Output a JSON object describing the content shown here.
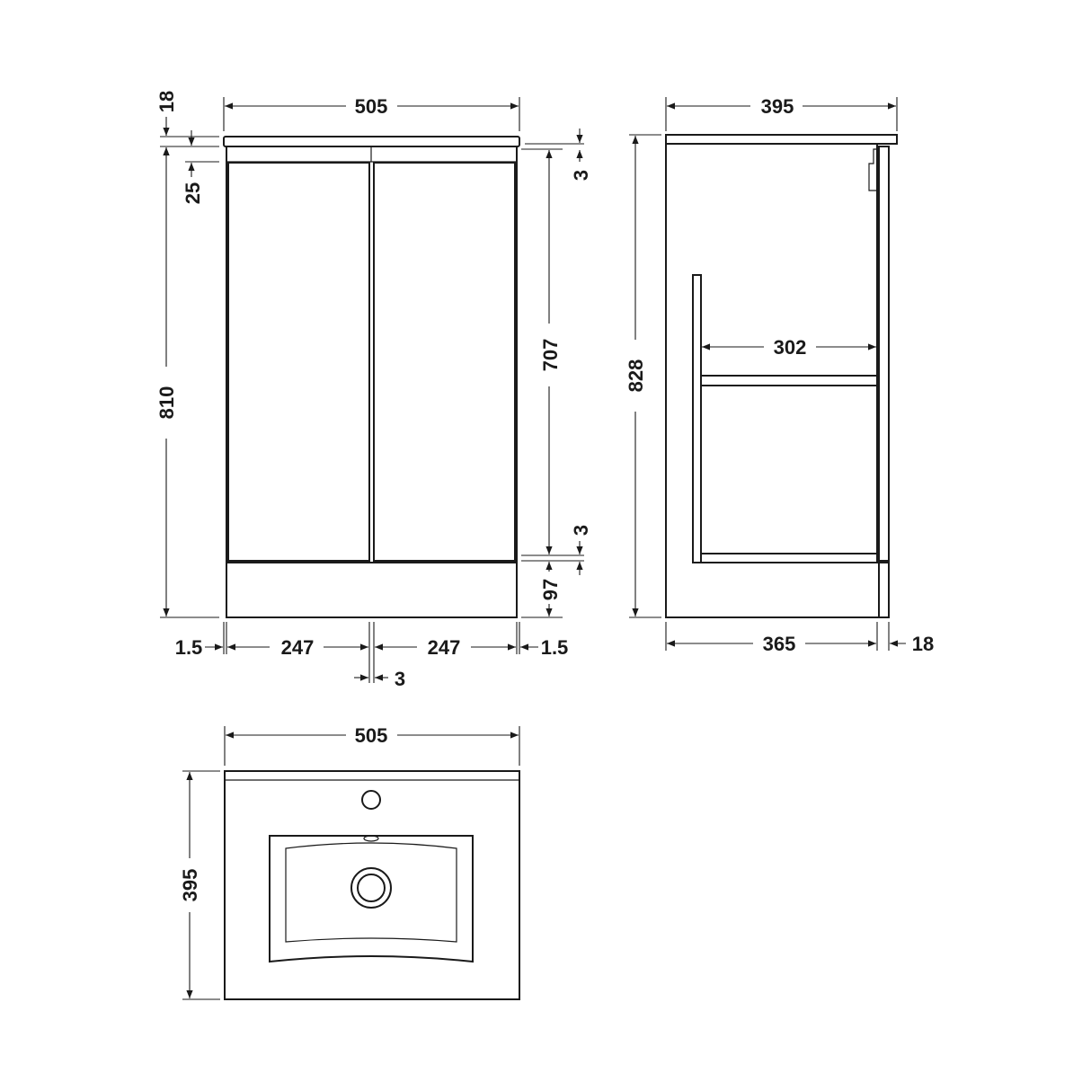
{
  "front_view": {
    "width_total": "505",
    "top_thickness": "18",
    "top_gap": "25",
    "height_total": "810",
    "door_height": "707",
    "gap_top": "3",
    "gap_bottom": "3",
    "plinth_height": "97",
    "side_left": "1.5",
    "door_left": "247",
    "door_right": "247",
    "side_right": "1.5",
    "center_gap": "3"
  },
  "side_view": {
    "depth_total": "395",
    "height_total": "828",
    "shelf_depth": "302",
    "carcass_depth": "365",
    "door_thickness": "18"
  },
  "plan_view": {
    "width": "505",
    "depth": "395"
  },
  "colors": {
    "line": "#1a1a1a",
    "background": "#ffffff"
  }
}
